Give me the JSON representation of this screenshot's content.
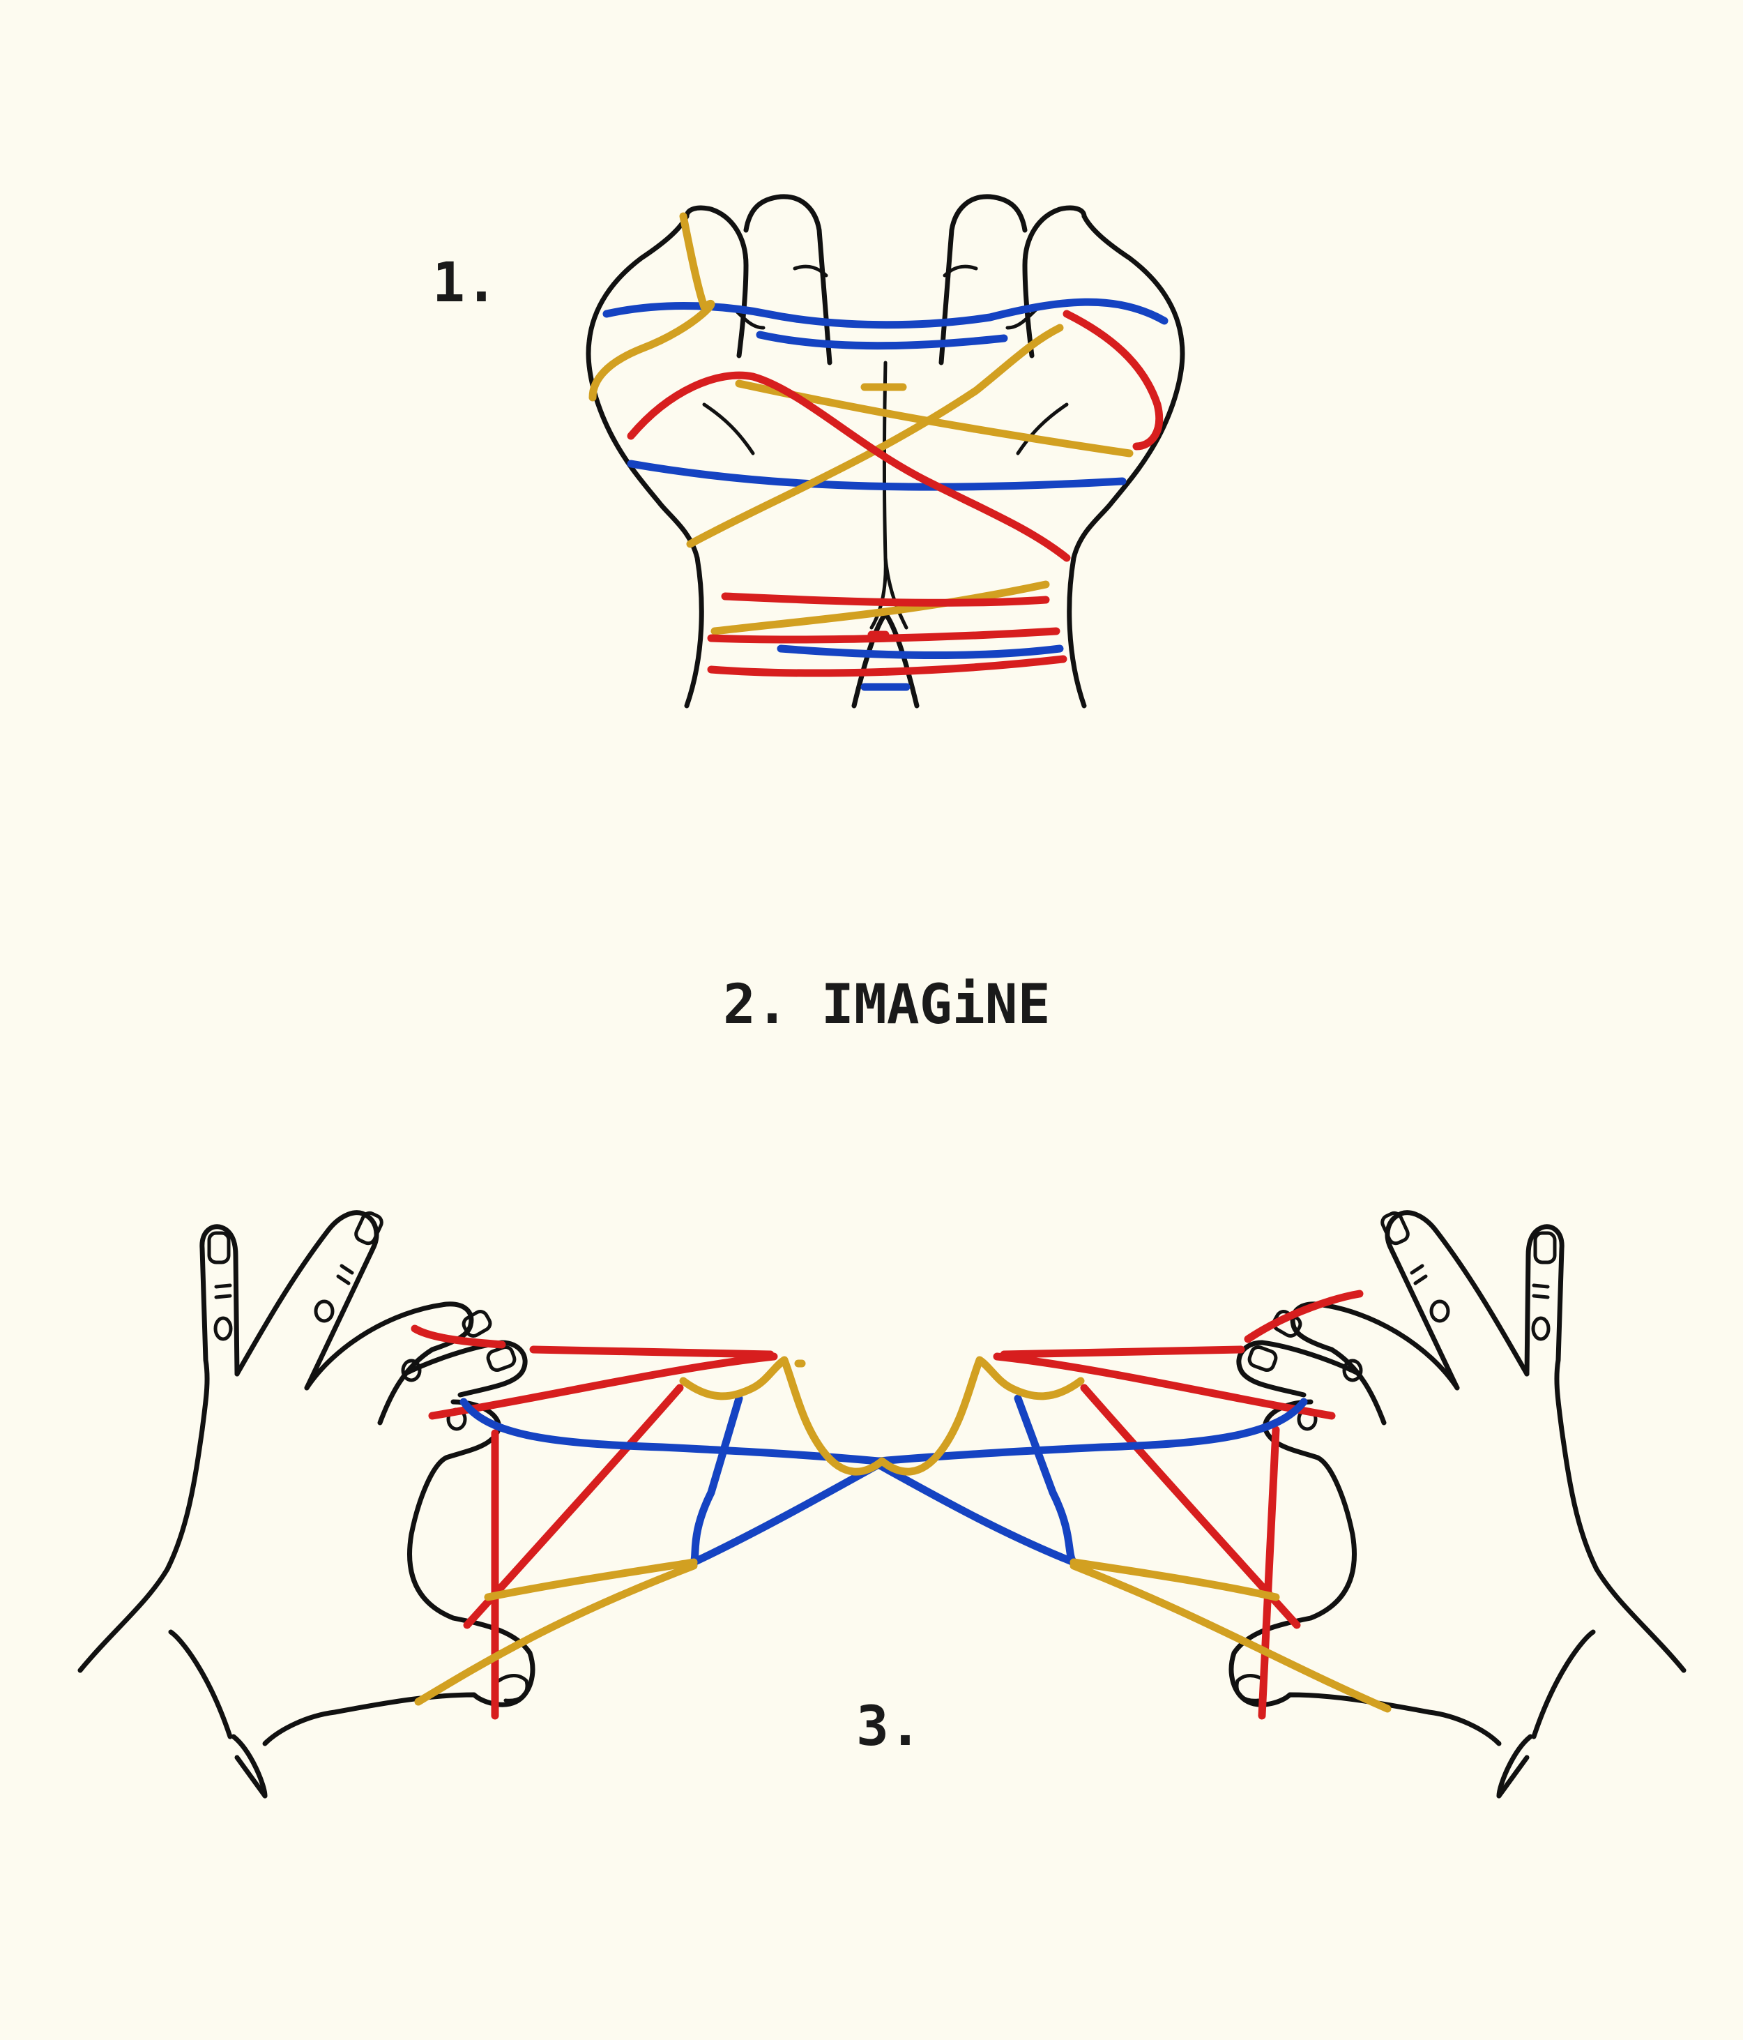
{
  "steps": {
    "step1_label": "1.",
    "step2_label": "2. IMAGiNE",
    "step3_label": "3."
  },
  "colors": {
    "background": "#FDFBF0",
    "ink": "#111111",
    "string_red": "#D71E1E",
    "string_blue": "#1543C2",
    "string_yellow": "#D2A021"
  }
}
